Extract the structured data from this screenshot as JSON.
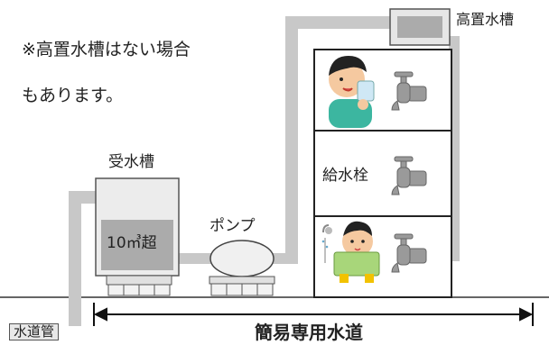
{
  "note": {
    "line1": "※高置水槽はない場合",
    "line2": "もあります。"
  },
  "labels": {
    "receiving_tank": "受水槽",
    "tank_volume": "10㎥超",
    "pump": "ポンプ",
    "hydrant": "給水栓",
    "elevated_tank": "高置水槽",
    "water_main": "水道管",
    "system_name": "簡易専用水道"
  },
  "colors": {
    "pipe": "#c8c8c8",
    "tank_fill": "#ababab",
    "shirt": "#3cb6a0",
    "tub": "#a8d67a",
    "faucet": "#9a9a9a"
  },
  "icons": [
    "person-drinking-icon",
    "person-bathing-icon",
    "faucet-icon"
  ]
}
